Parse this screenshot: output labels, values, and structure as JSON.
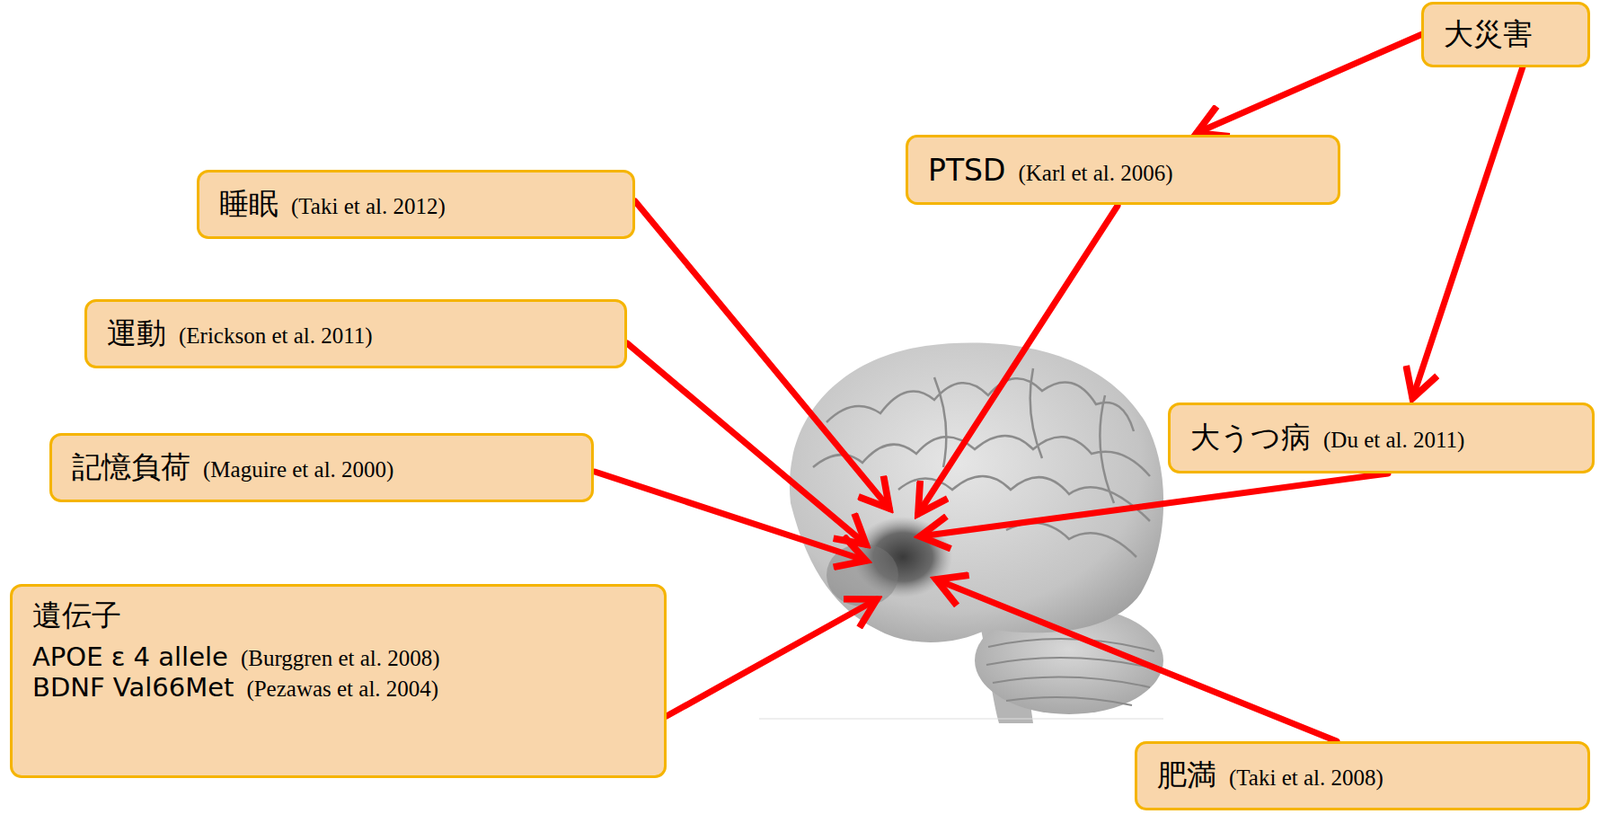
{
  "diagram": {
    "nodes": [
      {
        "text": [
          "大災害"
        ]
      },
      {
        "text": [
          "PTSD",
          "(Karl et al. 2006)"
        ]
      },
      {
        "text": [
          "睡眠",
          "(Taki et al. 2012)"
        ]
      },
      {
        "text": [
          "運動",
          "(Erickson et al. 2011)"
        ]
      },
      {
        "text": [
          "記憶負荷",
          "(Maguire et al. 2000)"
        ]
      },
      {
        "text": [
          "大うつ病",
          "(Du et al. 2011)"
        ]
      },
      {
        "text": [
          "遺伝子",
          "APOE ε 4 allele",
          "(Burggren et al. 2008)",
          "BDNF Val66Met",
          "(Pezawas et al. 2004)"
        ]
      },
      {
        "text": [
          "肥満",
          "(Taki et al. 2008)"
        ]
      }
    ],
    "edges": [
      {
        "from": 0,
        "to": 1,
        "arrow": "to"
      },
      {
        "from": 0,
        "to": 5,
        "arrow": "to"
      }
    ]
  }
}
